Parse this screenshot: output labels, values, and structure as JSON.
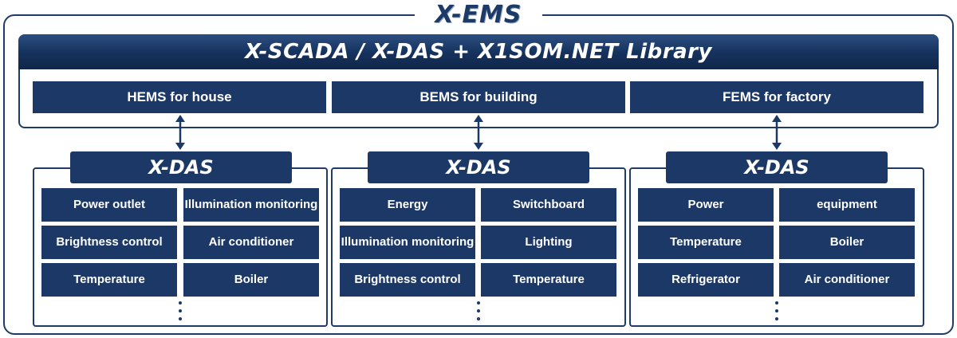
{
  "main_title": "X-EMS",
  "platform_title": "X-SCADA / X-DAS + X1SOM.NET Library",
  "ems": [
    {
      "label": "HEMS for house"
    },
    {
      "label": "BEMS for building"
    },
    {
      "label": "FEMS for factory"
    }
  ],
  "das": [
    {
      "title": "X-DAS",
      "cells": [
        "Power outlet",
        "Illumination monitoring",
        "Brightness control",
        "Air conditioner",
        "Temperature",
        "Boiler"
      ]
    },
    {
      "title": "X-DAS",
      "cells": [
        "Energy",
        "Switchboard",
        "Illumination monitoring",
        "Lighting",
        "Brightness control",
        "Temperature"
      ]
    },
    {
      "title": "X-DAS",
      "cells": [
        "Power",
        "equipment",
        "Temperature",
        "Boiler",
        "Refrigerator",
        "Air conditioner"
      ]
    }
  ],
  "colors": {
    "navy": "#1b3866",
    "border": "#1f3c66"
  }
}
